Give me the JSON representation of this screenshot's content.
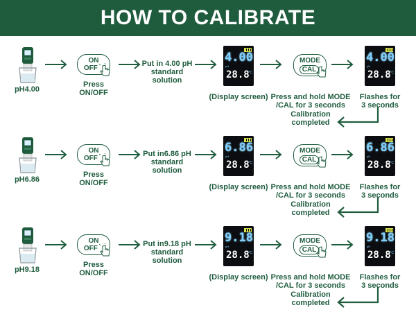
{
  "title": "HOW TO CALIBRATE",
  "colors": {
    "green": "#1f5c3e",
    "lcd_bg": "#0b0d10",
    "lcd_digits": "#7fd0ff"
  },
  "rows": [
    {
      "solution_label": "pH4.00",
      "on_label": "ON",
      "off_label": "OFF",
      "press_label": "Press ON/OFF",
      "put_label_1": "Put in 4.00 pH",
      "put_label_2": "standard",
      "put_label_3": "solution",
      "display_reading": "4.00",
      "display_temp": "28.8",
      "display_caption": "(Display screen)",
      "mode_label": "MODE",
      "cal_label": "CAL",
      "hold_label_1": "Press and hold MODE",
      "hold_label_2": "/CAL for 3 seconds",
      "flash_reading": "4.00",
      "flash_temp": "28.8",
      "flash_label_1": "Flashes for",
      "flash_label_2": "3 seconds",
      "done_label_1": "Calibration",
      "done_label_2": "completed"
    },
    {
      "solution_label": "pH6.86",
      "on_label": "ON",
      "off_label": "OFF",
      "press_label": "Press ON/OFF",
      "put_label_1": "Put in6.86 pH",
      "put_label_2": "standard",
      "put_label_3": "solution",
      "display_reading": "6.86",
      "display_temp": "28.8",
      "display_caption": "(Display screen)",
      "mode_label": "MODE",
      "cal_label": "CAL",
      "hold_label_1": "Press and hold MODE",
      "hold_label_2": "/CAL for 3 seconds",
      "flash_reading": "6.86",
      "flash_temp": "28.8",
      "flash_label_1": "Flashes for",
      "flash_label_2": "3 seconds",
      "done_label_1": "Calibration",
      "done_label_2": "completed"
    },
    {
      "solution_label": "pH9.18",
      "on_label": "ON",
      "off_label": "OFF",
      "press_label": "Press ON/OFF",
      "put_label_1": "Put in9.18 pH",
      "put_label_2": "standard",
      "put_label_3": "solution",
      "display_reading": "9.18",
      "display_temp": "28.8",
      "display_caption": "(Display screen)",
      "mode_label": "MODE",
      "cal_label": "CAL",
      "hold_label_1": "Press and hold MODE",
      "hold_label_2": "/CAL for 3 seconds",
      "flash_reading": "9.18",
      "flash_temp": "28.8",
      "flash_label_1": "Flashes for",
      "flash_label_2": "3 seconds",
      "done_label_1": "Calibration",
      "done_label_2": "completed"
    }
  ]
}
